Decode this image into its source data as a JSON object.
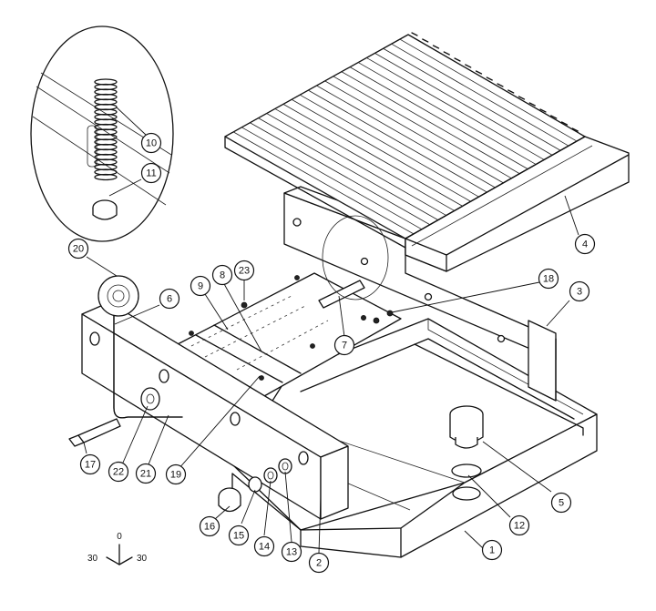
{
  "callouts": [
    {
      "label": "1"
    },
    {
      "label": "2"
    },
    {
      "label": "3"
    },
    {
      "label": "4"
    },
    {
      "label": "5"
    },
    {
      "label": "6"
    },
    {
      "label": "7"
    },
    {
      "label": "8"
    },
    {
      "label": "9"
    },
    {
      "label": "10"
    },
    {
      "label": "11"
    },
    {
      "label": "12"
    },
    {
      "label": "13"
    },
    {
      "label": "14"
    },
    {
      "label": "15"
    },
    {
      "label": "16"
    },
    {
      "label": "17"
    },
    {
      "label": "18"
    },
    {
      "label": "19"
    },
    {
      "label": "20"
    },
    {
      "label": "21"
    },
    {
      "label": "22"
    },
    {
      "label": "23"
    }
  ],
  "axis_indicator": {
    "top": "0",
    "left": "30",
    "right": "30"
  }
}
